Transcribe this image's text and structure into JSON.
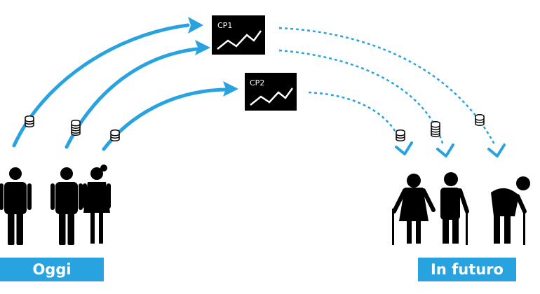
{
  "funds": [
    {
      "id": "cp1",
      "label": "CP1"
    },
    {
      "id": "cp2",
      "label": "CP2"
    }
  ],
  "labels": {
    "today": "Oggi",
    "future": "In futuro"
  },
  "colors": {
    "accent": "#29a3e0",
    "ink": "#000000",
    "background": "#ffffff"
  },
  "icons": [
    "coin-stack-icon",
    "person-icon",
    "elderly-person-icon",
    "chart-icon",
    "arrow-icon"
  ]
}
